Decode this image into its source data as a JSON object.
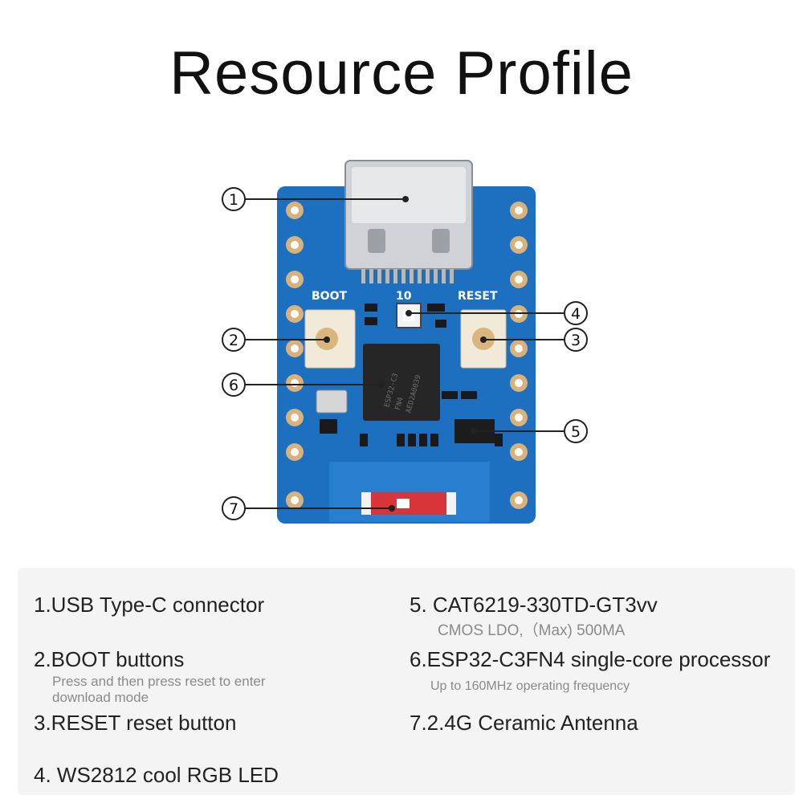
{
  "title": "Resource Profile",
  "board": {
    "silkscreen_boot": "BOOT",
    "silkscreen_reset": "RESET",
    "silkscreen_pin": "10",
    "chip_marking": [
      "ESP32-C3",
      "FN4",
      "AED2A0039"
    ],
    "callouts": [
      "1",
      "2",
      "3",
      "4",
      "5",
      "6",
      "7"
    ]
  },
  "items": {
    "item1": "1.USB Type-C connector",
    "item2": "2.BOOT buttons",
    "item2_sub_line1": "Press and then press reset to enter",
    "item2_sub_line2": "download mode",
    "item3": "3.RESET reset button",
    "item4": "4. WS2812 cool RGB LED",
    "item5": "5. CAT6219-330TD-GT3vv",
    "item5_sub": "CMOS LDO,（Max) 500MA",
    "item6": "6.ESP32-C3FN4 single-core processor",
    "item6_sub": "Up to 160MHz operating frequency",
    "item7": "7.2.4G Ceramic Antenna"
  },
  "colors": {
    "pcb_blue": "#1d6fc0",
    "pad_gold": "#d8b27a",
    "antenna_red": "#d8353a"
  }
}
